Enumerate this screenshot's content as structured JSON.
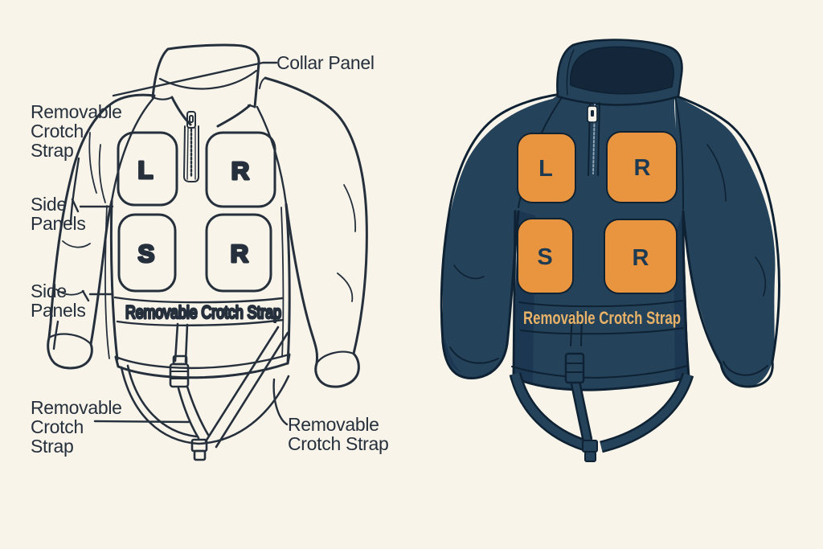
{
  "page": {
    "background": "#F8F4EA"
  },
  "palette": {
    "ink": "#26303C",
    "navy": "#24425A",
    "navy_dark": "#1B3550",
    "navy_deep": "#14273A",
    "outline_navy": "#0E2233",
    "orange": "#E9953F",
    "band_text_color": "#E8B368",
    "letter_navy": "#1C3A52",
    "zipper_pull": "#F4F1E8"
  },
  "left_figure": {
    "panel_letters": [
      "L",
      "R",
      "S",
      "R"
    ],
    "band_label": "Removable Crotch Strap",
    "callouts": {
      "collar": {
        "lines": [
          "Collar Panel"
        ]
      },
      "crotch_top": {
        "lines": [
          "Removable",
          "Crotch",
          "Strap"
        ]
      },
      "side_upper": {
        "lines": [
          "Side",
          "Panels"
        ]
      },
      "side_lower": {
        "lines": [
          "Side",
          "Panels"
        ]
      },
      "crotch_bottom_left": {
        "lines": [
          "Removable",
          "Crotch",
          "Strap"
        ]
      },
      "crotch_bottom_right": {
        "lines": [
          "Removable",
          "Crotch Strap"
        ]
      }
    }
  },
  "right_figure": {
    "panel_letters": [
      "L",
      "R",
      "S",
      "R"
    ],
    "band_label": "Removable Crotch Strap"
  }
}
